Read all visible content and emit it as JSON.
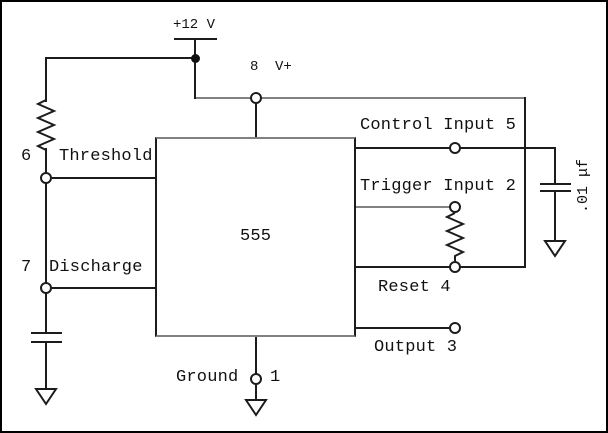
{
  "ic": {
    "label": "555"
  },
  "power": {
    "label": "+12 V"
  },
  "pins": {
    "vplus": {
      "number": "8",
      "name": "V+"
    },
    "threshold": {
      "number": "6",
      "name": "Threshold"
    },
    "discharge": {
      "number": "7",
      "name": "Discharge"
    },
    "control": {
      "label": "Control Input 5"
    },
    "trigger": {
      "label": "Trigger Input 2"
    },
    "reset": {
      "label": "Reset 4"
    },
    "output": {
      "label": "Output 3"
    },
    "ground": {
      "name": "Ground",
      "number": "1"
    }
  },
  "components": {
    "bypass_cap_value": ".01 μf"
  },
  "colors": {
    "background": "#ffffff",
    "wire": "#1c1c1c",
    "wire_light": "#828282",
    "frame": "#000000"
  }
}
